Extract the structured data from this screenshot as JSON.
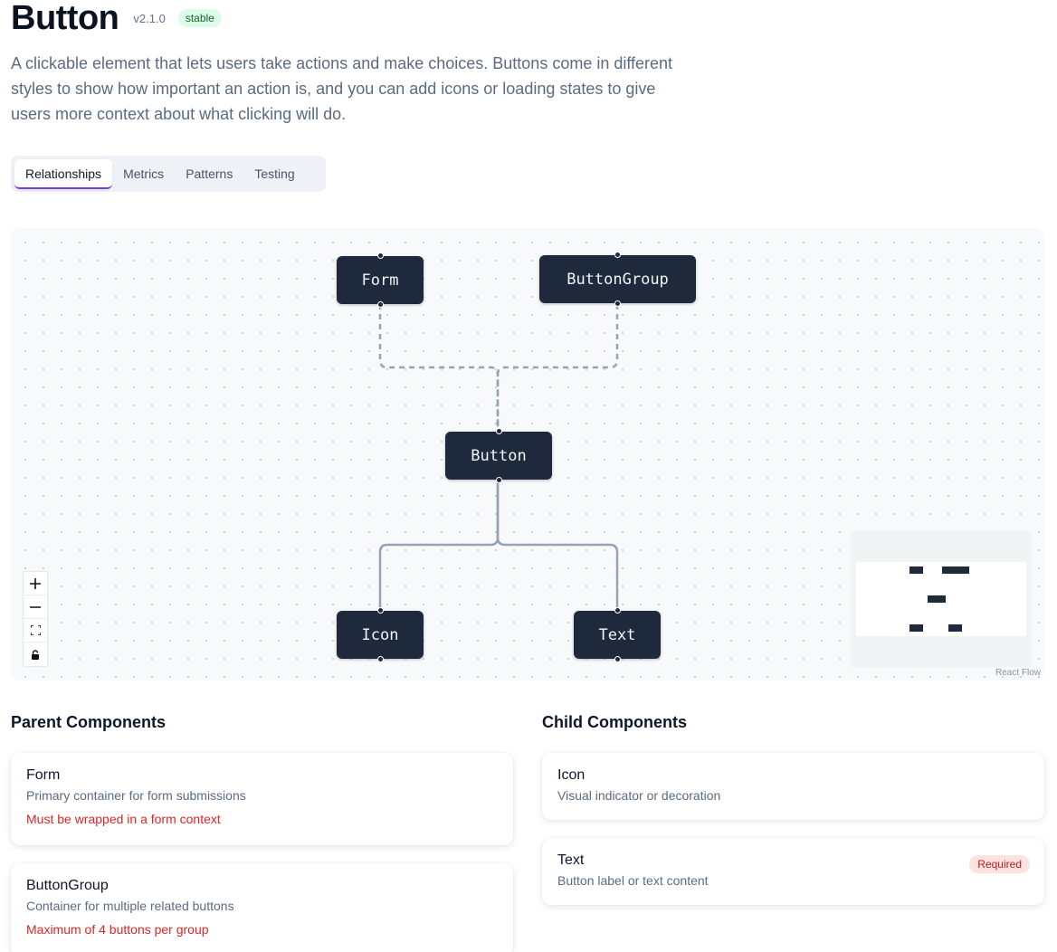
{
  "header": {
    "title": "Button",
    "version": "v2.1.0",
    "status": "stable",
    "description": "A clickable element that lets users take actions and make choices. Buttons come in different styles to show how important an action is, and you can add icons or loading states to give users more context about what clicking will do."
  },
  "tabs": [
    {
      "label": "Relationships",
      "active": true
    },
    {
      "label": "Metrics",
      "active": false
    },
    {
      "label": "Patterns",
      "active": false
    },
    {
      "label": "Testing",
      "active": false
    }
  ],
  "graph": {
    "nodes": {
      "form": "Form",
      "button_group": "ButtonGroup",
      "button": "Button",
      "icon": "Icon",
      "text": "Text"
    },
    "edges": [
      {
        "from": "Form",
        "to": "Button",
        "style": "dashed"
      },
      {
        "from": "ButtonGroup",
        "to": "Button",
        "style": "dashed"
      },
      {
        "from": "Button",
        "to": "Icon",
        "style": "solid"
      },
      {
        "from": "Button",
        "to": "Text",
        "style": "solid"
      }
    ],
    "controls": [
      "zoom-in",
      "zoom-out",
      "fit-view",
      "lock"
    ],
    "attribution": "React Flow"
  },
  "parents": {
    "title": "Parent Components",
    "items": [
      {
        "name": "Form",
        "description": "Primary container for form submissions",
        "note": "Must be wrapped in a form context"
      },
      {
        "name": "ButtonGroup",
        "description": "Container for multiple related buttons",
        "note": "Maximum of 4 buttons per group"
      }
    ]
  },
  "children": {
    "title": "Child Components",
    "items": [
      {
        "name": "Icon",
        "description": "Visual indicator or decoration",
        "badge": ""
      },
      {
        "name": "Text",
        "description": "Button label or text content",
        "badge": "Required"
      }
    ]
  },
  "colors": {
    "node_bg": "#1e293b",
    "edge": "#94a3b8",
    "tab_accent": "#7c3aed",
    "note_red": "#dc2626"
  }
}
